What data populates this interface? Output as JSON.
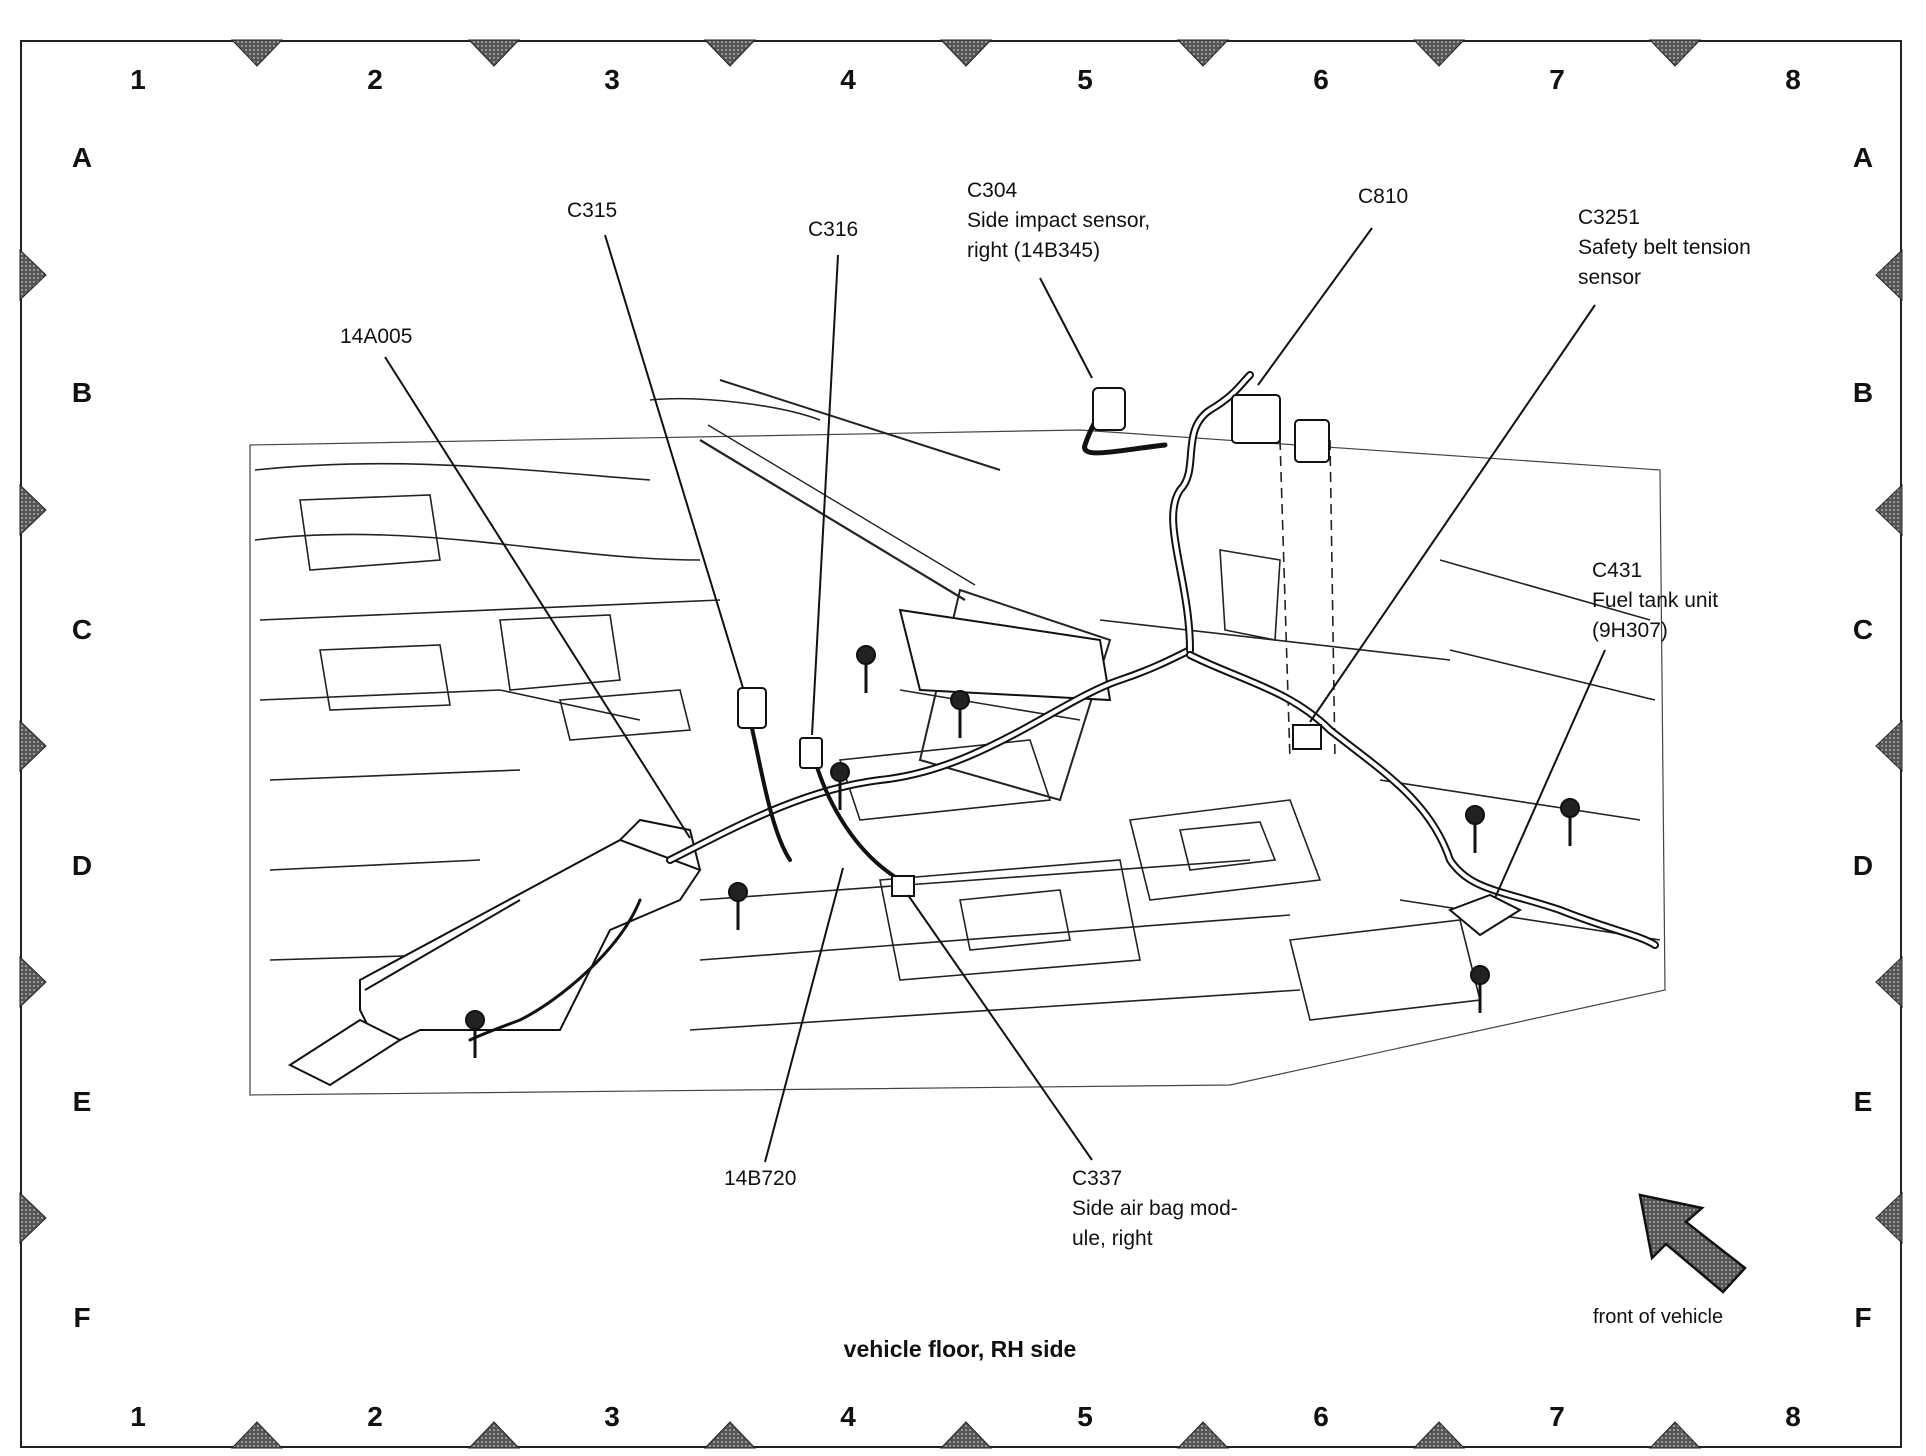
{
  "grid": {
    "columns": [
      "1",
      "2",
      "3",
      "4",
      "5",
      "6",
      "7",
      "8"
    ],
    "rows": [
      "A",
      "B",
      "C",
      "D",
      "E",
      "F"
    ]
  },
  "callouts": {
    "c315": [
      "C315"
    ],
    "c316": [
      "C316"
    ],
    "c304": [
      "C304",
      "Side impact sensor,",
      "right (14B345)"
    ],
    "c810": [
      "C810"
    ],
    "c3251": [
      "C3251",
      "Safety belt tension",
      "sensor"
    ],
    "p14a005": [
      "14A005"
    ],
    "c431": [
      "C431",
      "Fuel tank unit",
      "(9H307)"
    ],
    "p14b720": [
      "14B720"
    ],
    "c337": [
      "C337",
      "Side air bag mod-",
      "ule, right"
    ]
  },
  "title": "vehicle floor, RH side",
  "front_label": "front of vehicle",
  "icons": {
    "direction": "front-arrow-icon",
    "fastener": "bolt-icon",
    "edge_marker": "triangle-marker-icon"
  }
}
